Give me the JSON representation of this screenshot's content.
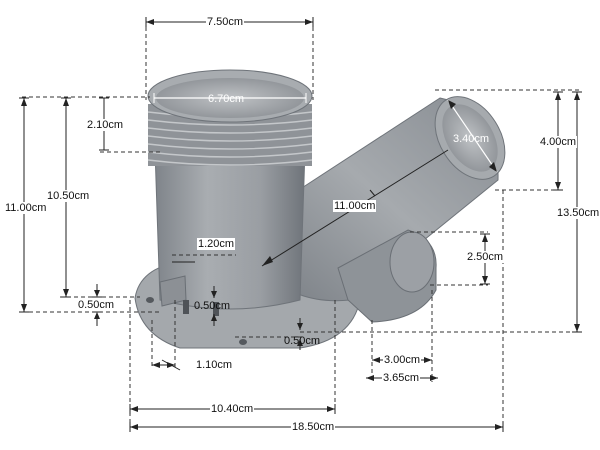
{
  "colors": {
    "pipe_body": "#9a9ea3",
    "pipe_shadow": "#6b7076",
    "pipe_highlight": "#c6c9cc",
    "line": "#222222"
  },
  "labels": {
    "top_width": "7.50cm",
    "inner_diameter": "6.70cm",
    "thread_height": "2.10cm",
    "total_left_height": "11.00cm",
    "inner_height": "10.50cm",
    "pipe_length": "11.00cm",
    "outlet_diameter": "3.40cm",
    "outlet_depth": "4.00cm",
    "total_right_height": "13.50cm",
    "spigot_height": "2.50cm",
    "spigot_width_inner": "3.00cm",
    "spigot_width_outer": "3.65cm",
    "nub_width": "1.20cm",
    "nub_height": "0.50cm",
    "flange_thickness_left": "0.50cm",
    "flange_thickness_right": "0.50cm",
    "flange_offset": "1.10cm",
    "base_width": "10.40cm",
    "total_width": "18.50cm"
  }
}
